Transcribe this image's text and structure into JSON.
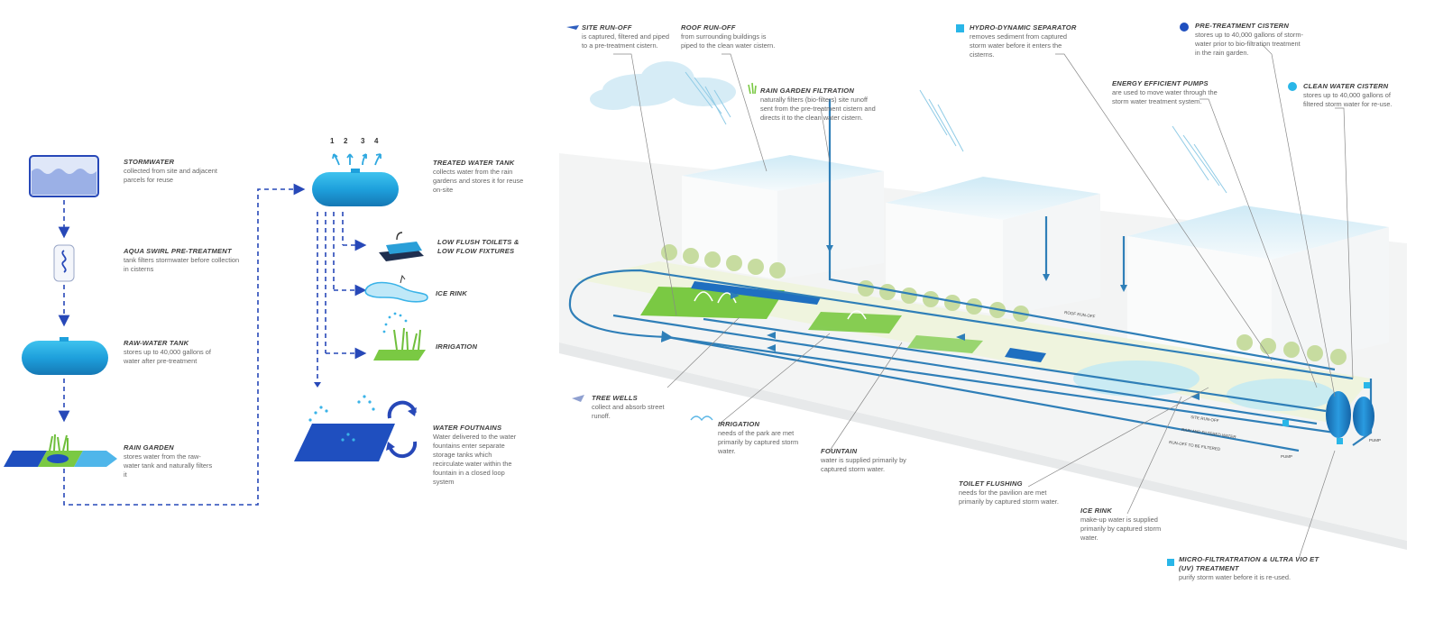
{
  "left_diagram": {
    "stormwater": {
      "title": "STORMWATER",
      "desc": "collected from site and adjacent parcels for reuse"
    },
    "aqua_swirl": {
      "title": "AQUA SWIRL PRE-TREATMENT",
      "desc": "tank filters stormwater before collection in cisterns"
    },
    "raw_water_tank": {
      "title": "RAW-WATER TANK",
      "desc": "stores up to 40,000 gallons of water after pre-treatment"
    },
    "rain_garden": {
      "title": "RAIN GARDEN",
      "desc": "stores water from the raw-water tank and naturally filters it"
    },
    "treated_water_tank": {
      "title": "TREATED WATER TANK",
      "desc": "collects water from the rain gardens and stores it for reuse on-site"
    },
    "outlet_numbers": [
      "1",
      "2",
      "3",
      "4"
    ],
    "low_flush": {
      "title": "LOW FLUSH TOILETS & LOW FLOW FIXTURES"
    },
    "ice_rink": {
      "title": "ICE RINK"
    },
    "irrigation": {
      "title": "IRRIGATION"
    },
    "water_fountains": {
      "title": "WATER FOUTNAINS",
      "desc": "Water delivered to the water fountains enter separate storage tanks which recirculate water within the fountain in a closed loop system"
    }
  },
  "right_diagram": {
    "site_runoff": {
      "title": "SITE RUN-OFF",
      "desc": "is captured, filtered and piped to a pre-treatment cistern."
    },
    "roof_runoff": {
      "title": "ROOF RUN-OFF",
      "desc": "from surrounding buildings is piped to the clean water cistern."
    },
    "rain_garden_filtration": {
      "title": "RAIN GARDEN FILTRATION",
      "desc": "naturally filters (bio-filters) site runoff sent from the pre-treatment cistern and directs it to the clean water cistern."
    },
    "hydro_separator": {
      "title": "HYDRO-DYNAMIC SEPARATOR",
      "desc": "removes sediment from captured storm water before it enters the cisterns."
    },
    "pretreatment_cistern": {
      "title": "PRE-TREATMENT CISTERN",
      "desc": "stores up to 40,000 gallons of storm-water prior to bio-filtration treatment in the rain garden."
    },
    "energy_pumps": {
      "title": "ENERGY EFFICIENT PUMPS",
      "desc": "are used to move water through the storm water treatment system."
    },
    "clean_cistern": {
      "title": "CLEAN WATER CISTERN",
      "desc": "stores up to 40,000 gallons of filtered storm water for re-use."
    },
    "tree_wells": {
      "title": "TREE WELLS",
      "desc": "collect and absorb street runoff."
    },
    "irrigation": {
      "title": "IRRIGATION",
      "desc": "needs of the park are met primarily by captured storm water."
    },
    "fountain": {
      "title": "FOUNTAIN",
      "desc": "water is supplied primarily by captured storm water."
    },
    "toilet_flushing": {
      "title": "TOILET FLUSHING",
      "desc": "needs for the pavilion are met primarily by captured storm water."
    },
    "ice_rink": {
      "title": "ICE RINK",
      "desc": "make-up water is supplied primarily by captured storm water."
    },
    "micro_filtration": {
      "title": "MICRO-FILTRATRATION & ULTRA VIO ET (UV) TREATMENT",
      "desc": "purify storm water before it is re-used."
    },
    "pipe_labels": {
      "roof_runoff": "ROOF RUN-OFF",
      "site_runoff": "SITE RUN-OFF",
      "rain_filtered": "RAIN AND FILTERED WATER",
      "runoff_filtered": "RUN-OFF TO BE FILTERED",
      "pump": "PUMP",
      "pump2": "PUMP"
    }
  },
  "colors": {
    "deep_blue": "#1f4fbf",
    "pipe_blue": "#2f7fb8",
    "cyan": "#29b6e8",
    "green": "#7ac943",
    "sky": "#dff0f8"
  }
}
